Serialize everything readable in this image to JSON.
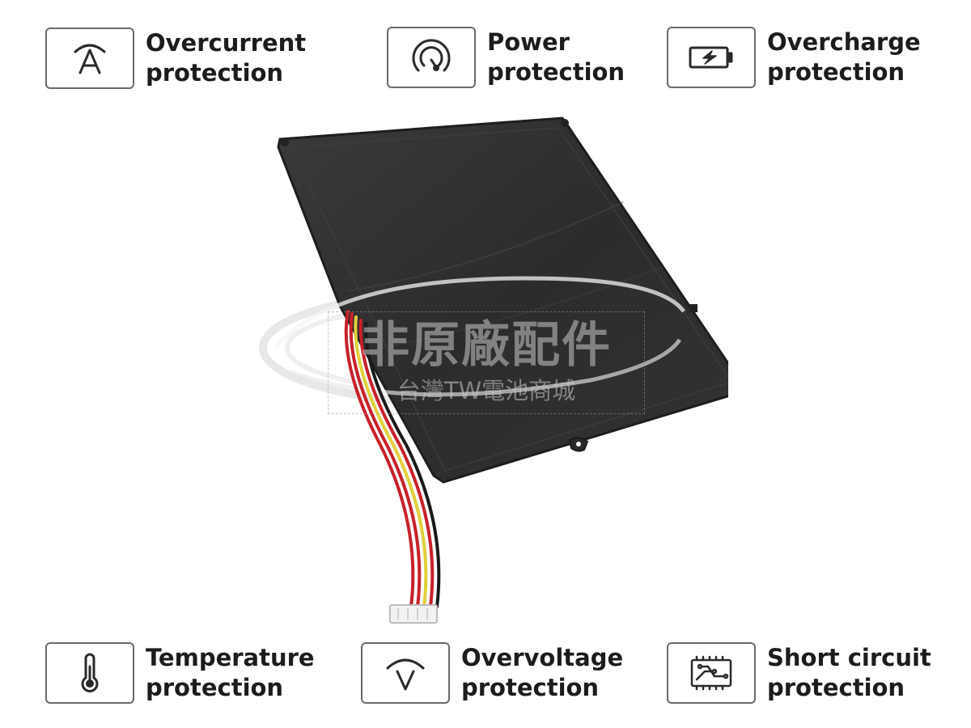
{
  "features": [
    {
      "line1": "Overcurrent",
      "line2": "protection",
      "icon": "ampere-icon"
    },
    {
      "line1": "Power",
      "line2": "protection",
      "icon": "gauge-icon"
    },
    {
      "line1": "Overcharge",
      "line2": "protection",
      "icon": "battery-charge-icon"
    },
    {
      "line1": "Temperature",
      "line2": "protection",
      "icon": "thermometer-icon"
    },
    {
      "line1": "Overvoltage",
      "line2": "protection",
      "icon": "voltage-icon"
    },
    {
      "line1": "Short circuit",
      "line2": "protection",
      "icon": "circuit-board-icon"
    }
  ],
  "watermark": {
    "main": "非原廠配件",
    "sub": "台灣TW電池商城"
  },
  "colors": {
    "text": "#1c1c1c",
    "icon_stroke": "#2a2a2a",
    "box_border": "#6a6a6a",
    "battery_body": "#2e2e2e",
    "wire_red": "#c8202a",
    "wire_yellow": "#e2cf3a",
    "wire_black": "#1a1a1a"
  }
}
